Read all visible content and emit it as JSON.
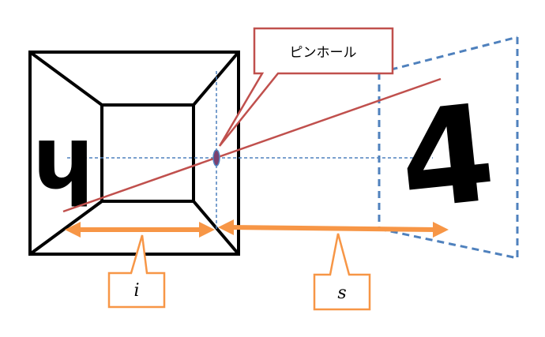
{
  "callout": {
    "label": "ピンホール",
    "border_color": "#c0504d"
  },
  "labels": {
    "inner_distance": "i",
    "outer_distance": "s",
    "border_color": "#f79646"
  },
  "images": {
    "inverted_image_glyph": "h",
    "object_glyph": "4"
  },
  "colors": {
    "box_stroke": "#000000",
    "ray": "#c0504d",
    "axis": "#4f81bd",
    "object_frame": "#4f81bd",
    "arrow": "#f79646",
    "pinhole_fill": "#7b3f6e"
  }
}
